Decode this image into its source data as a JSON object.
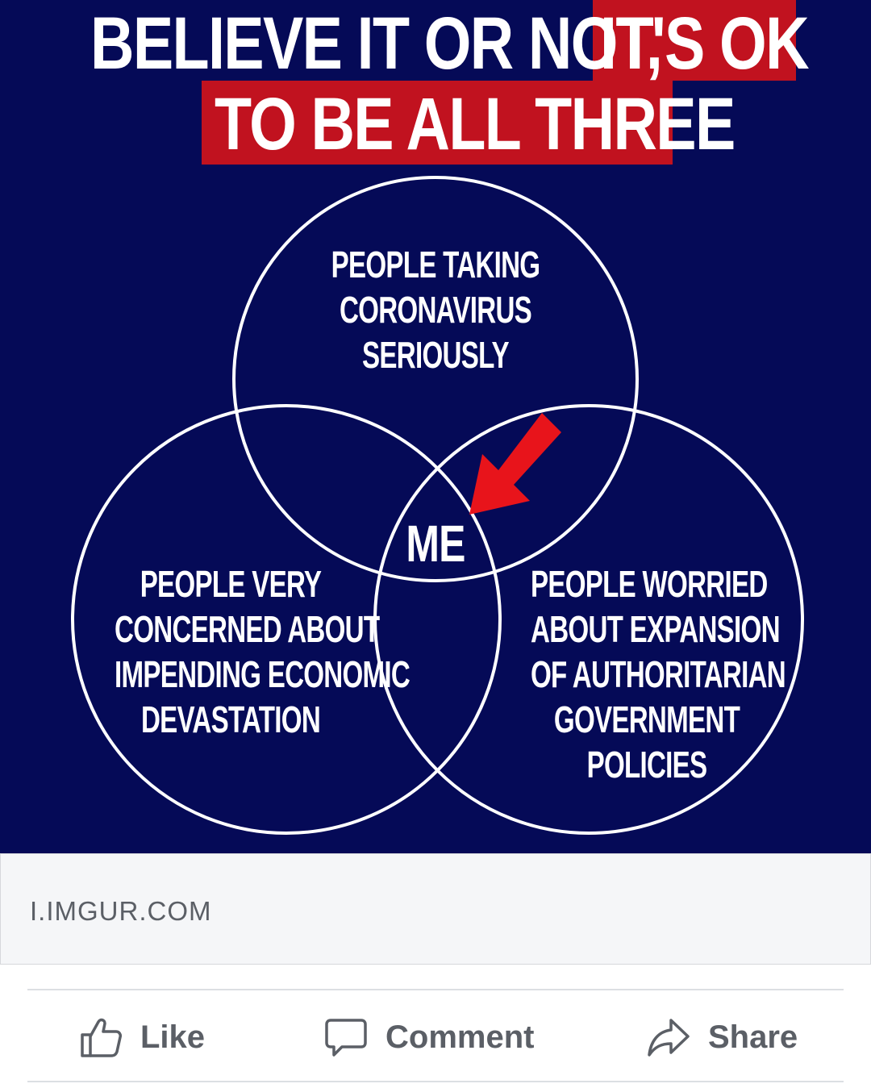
{
  "image": {
    "headline_line1_white": "BELIEVE IT OR NOT,",
    "headline_line1_red": "IT'S OK",
    "headline_line2_red": "TO BE ALL THREE",
    "circles": {
      "top": [
        "PEOPLE TAKING",
        "CORONAVIRUS",
        "SERIOUSLY"
      ],
      "left": [
        "PEOPLE VERY",
        "CONCERNED ABOUT",
        "IMPENDING ECONOMIC",
        "DEVASTATION"
      ],
      "right": [
        "PEOPLE WORRIED",
        "ABOUT EXPANSION",
        "OF AUTHORITARIAN",
        "GOVERNMENT",
        "POLICIES"
      ]
    },
    "center_label": "ME",
    "colors": {
      "background": "#050a57",
      "accent_red": "#c1121f",
      "arrow_red": "#e8141b"
    }
  },
  "link": {
    "domain": "I.IMGUR.COM"
  },
  "actions": {
    "like": "Like",
    "comment": "Comment",
    "share": "Share"
  }
}
